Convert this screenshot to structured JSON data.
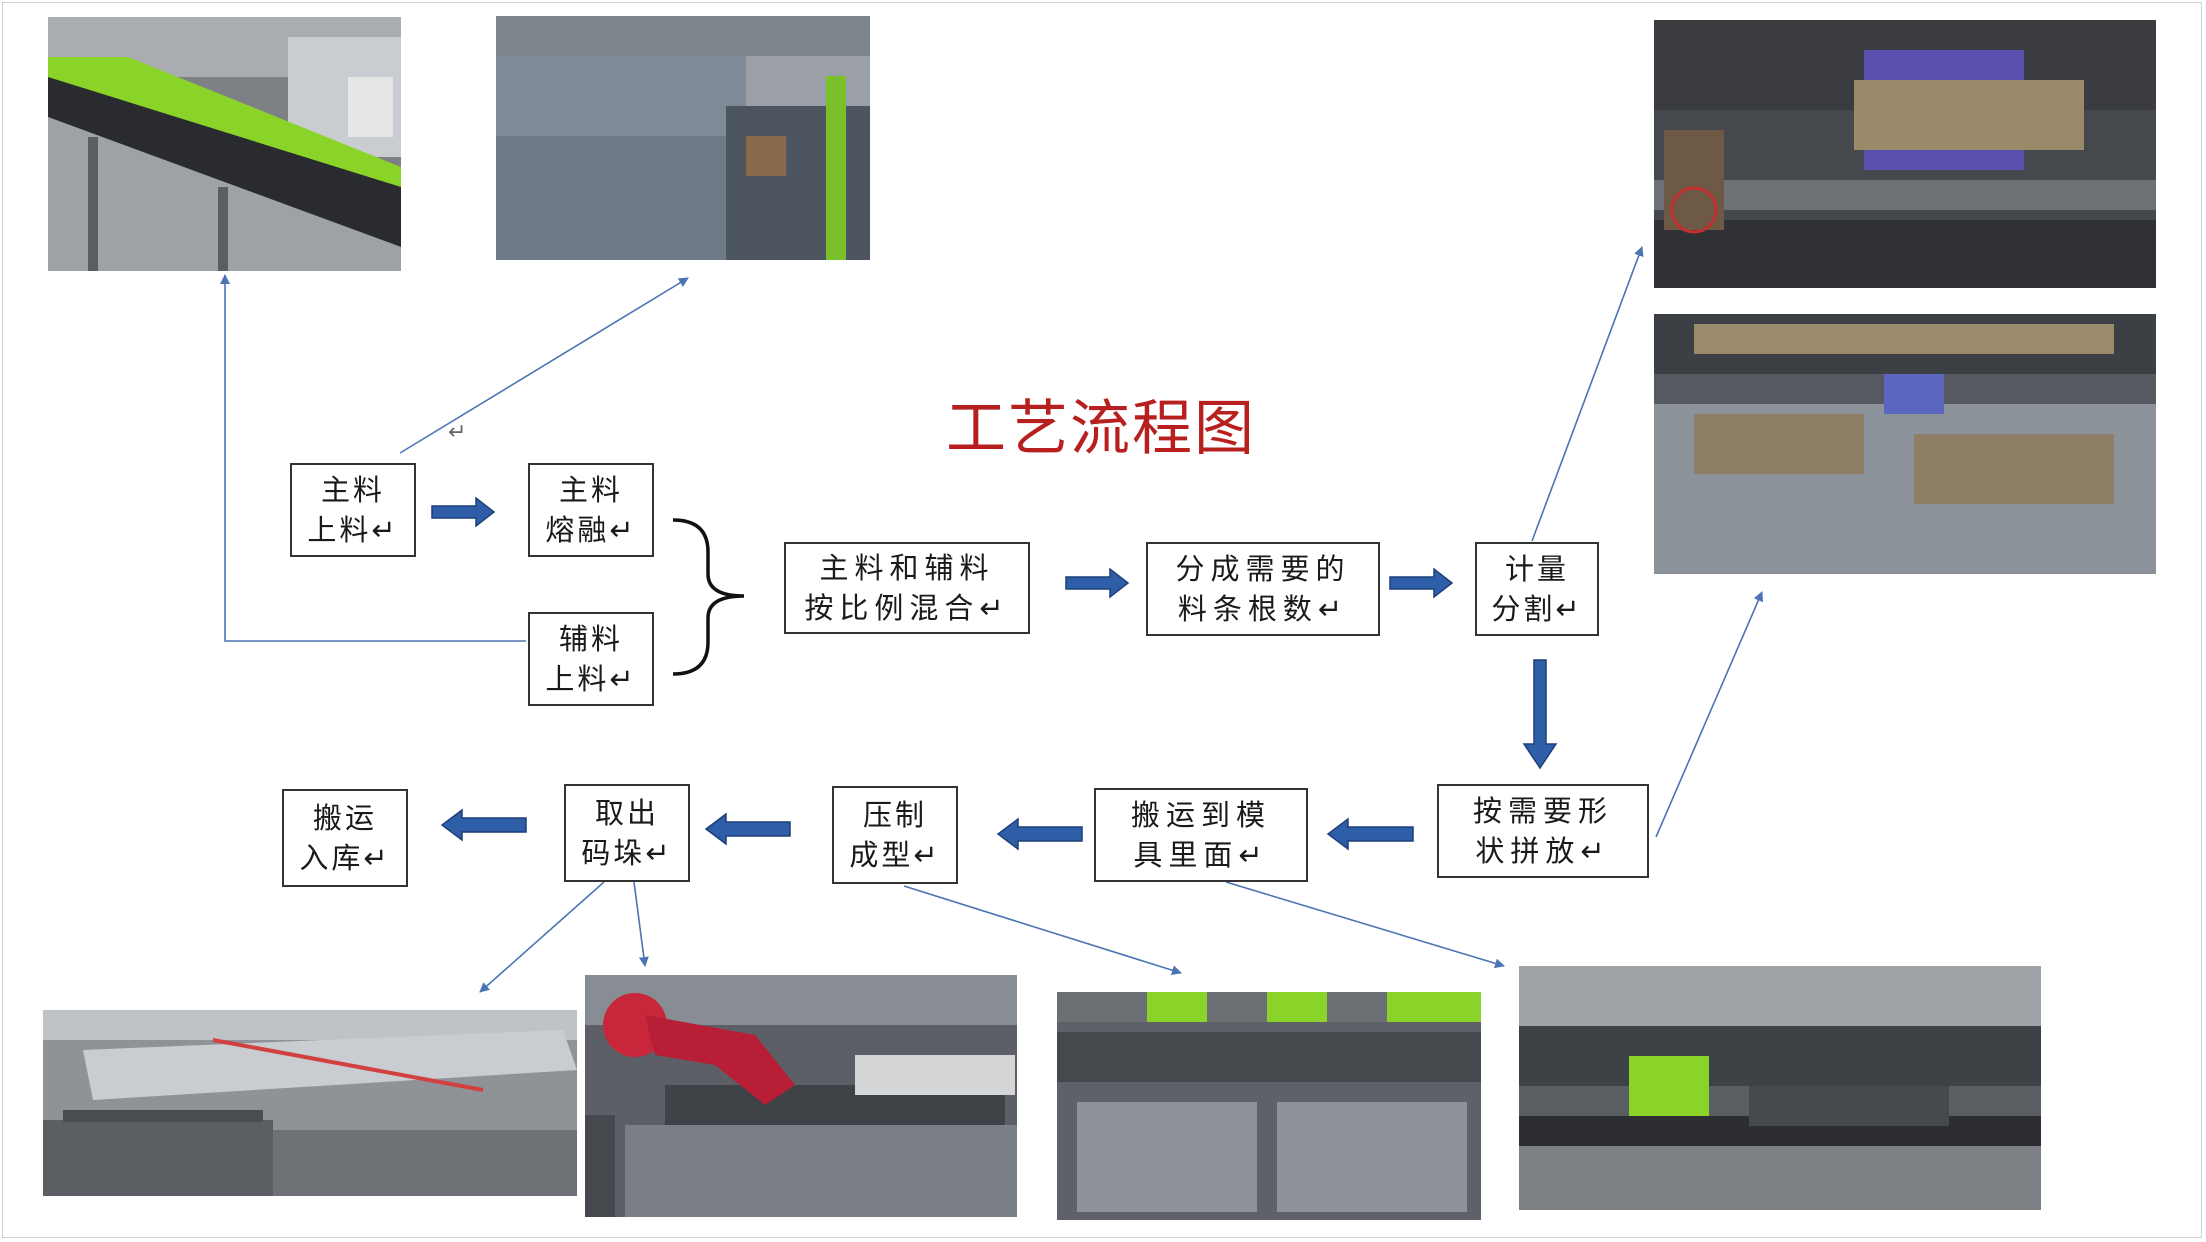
{
  "diagram": {
    "title": "工艺流程图",
    "nodes": [
      {
        "id": "main-feed",
        "lines": [
          "主料",
          "上料↵"
        ]
      },
      {
        "id": "main-melt",
        "lines": [
          "主料",
          "熔融↵"
        ]
      },
      {
        "id": "aux-feed",
        "lines": [
          "辅料",
          "上料↵"
        ]
      },
      {
        "id": "mix",
        "lines": [
          "主料和辅料",
          "按比例混合↵"
        ]
      },
      {
        "id": "split-count",
        "lines": [
          "分成需要的",
          "料条根数↵"
        ]
      },
      {
        "id": "measure-cut",
        "lines": [
          "计量",
          "分割↵"
        ]
      },
      {
        "id": "arrange",
        "lines": [
          "按需要形",
          "状拼放↵"
        ]
      },
      {
        "id": "transfer-mold",
        "lines": [
          "搬运到模",
          "具里面↵"
        ]
      },
      {
        "id": "press-form",
        "lines": [
          "压制",
          "成型↵"
        ]
      },
      {
        "id": "remove-stack",
        "lines": [
          "取出",
          "码垛↵"
        ]
      },
      {
        "id": "store",
        "lines": [
          "搬运",
          "入库↵"
        ]
      }
    ],
    "stray_mark": "↵",
    "colors": {
      "title": "#b81f1f",
      "flow_arrow": "#2f5ea8",
      "flow_arrow_edge": "#1f3f78",
      "photo_link": "#4a74b4",
      "node_border": "#333333"
    }
  }
}
